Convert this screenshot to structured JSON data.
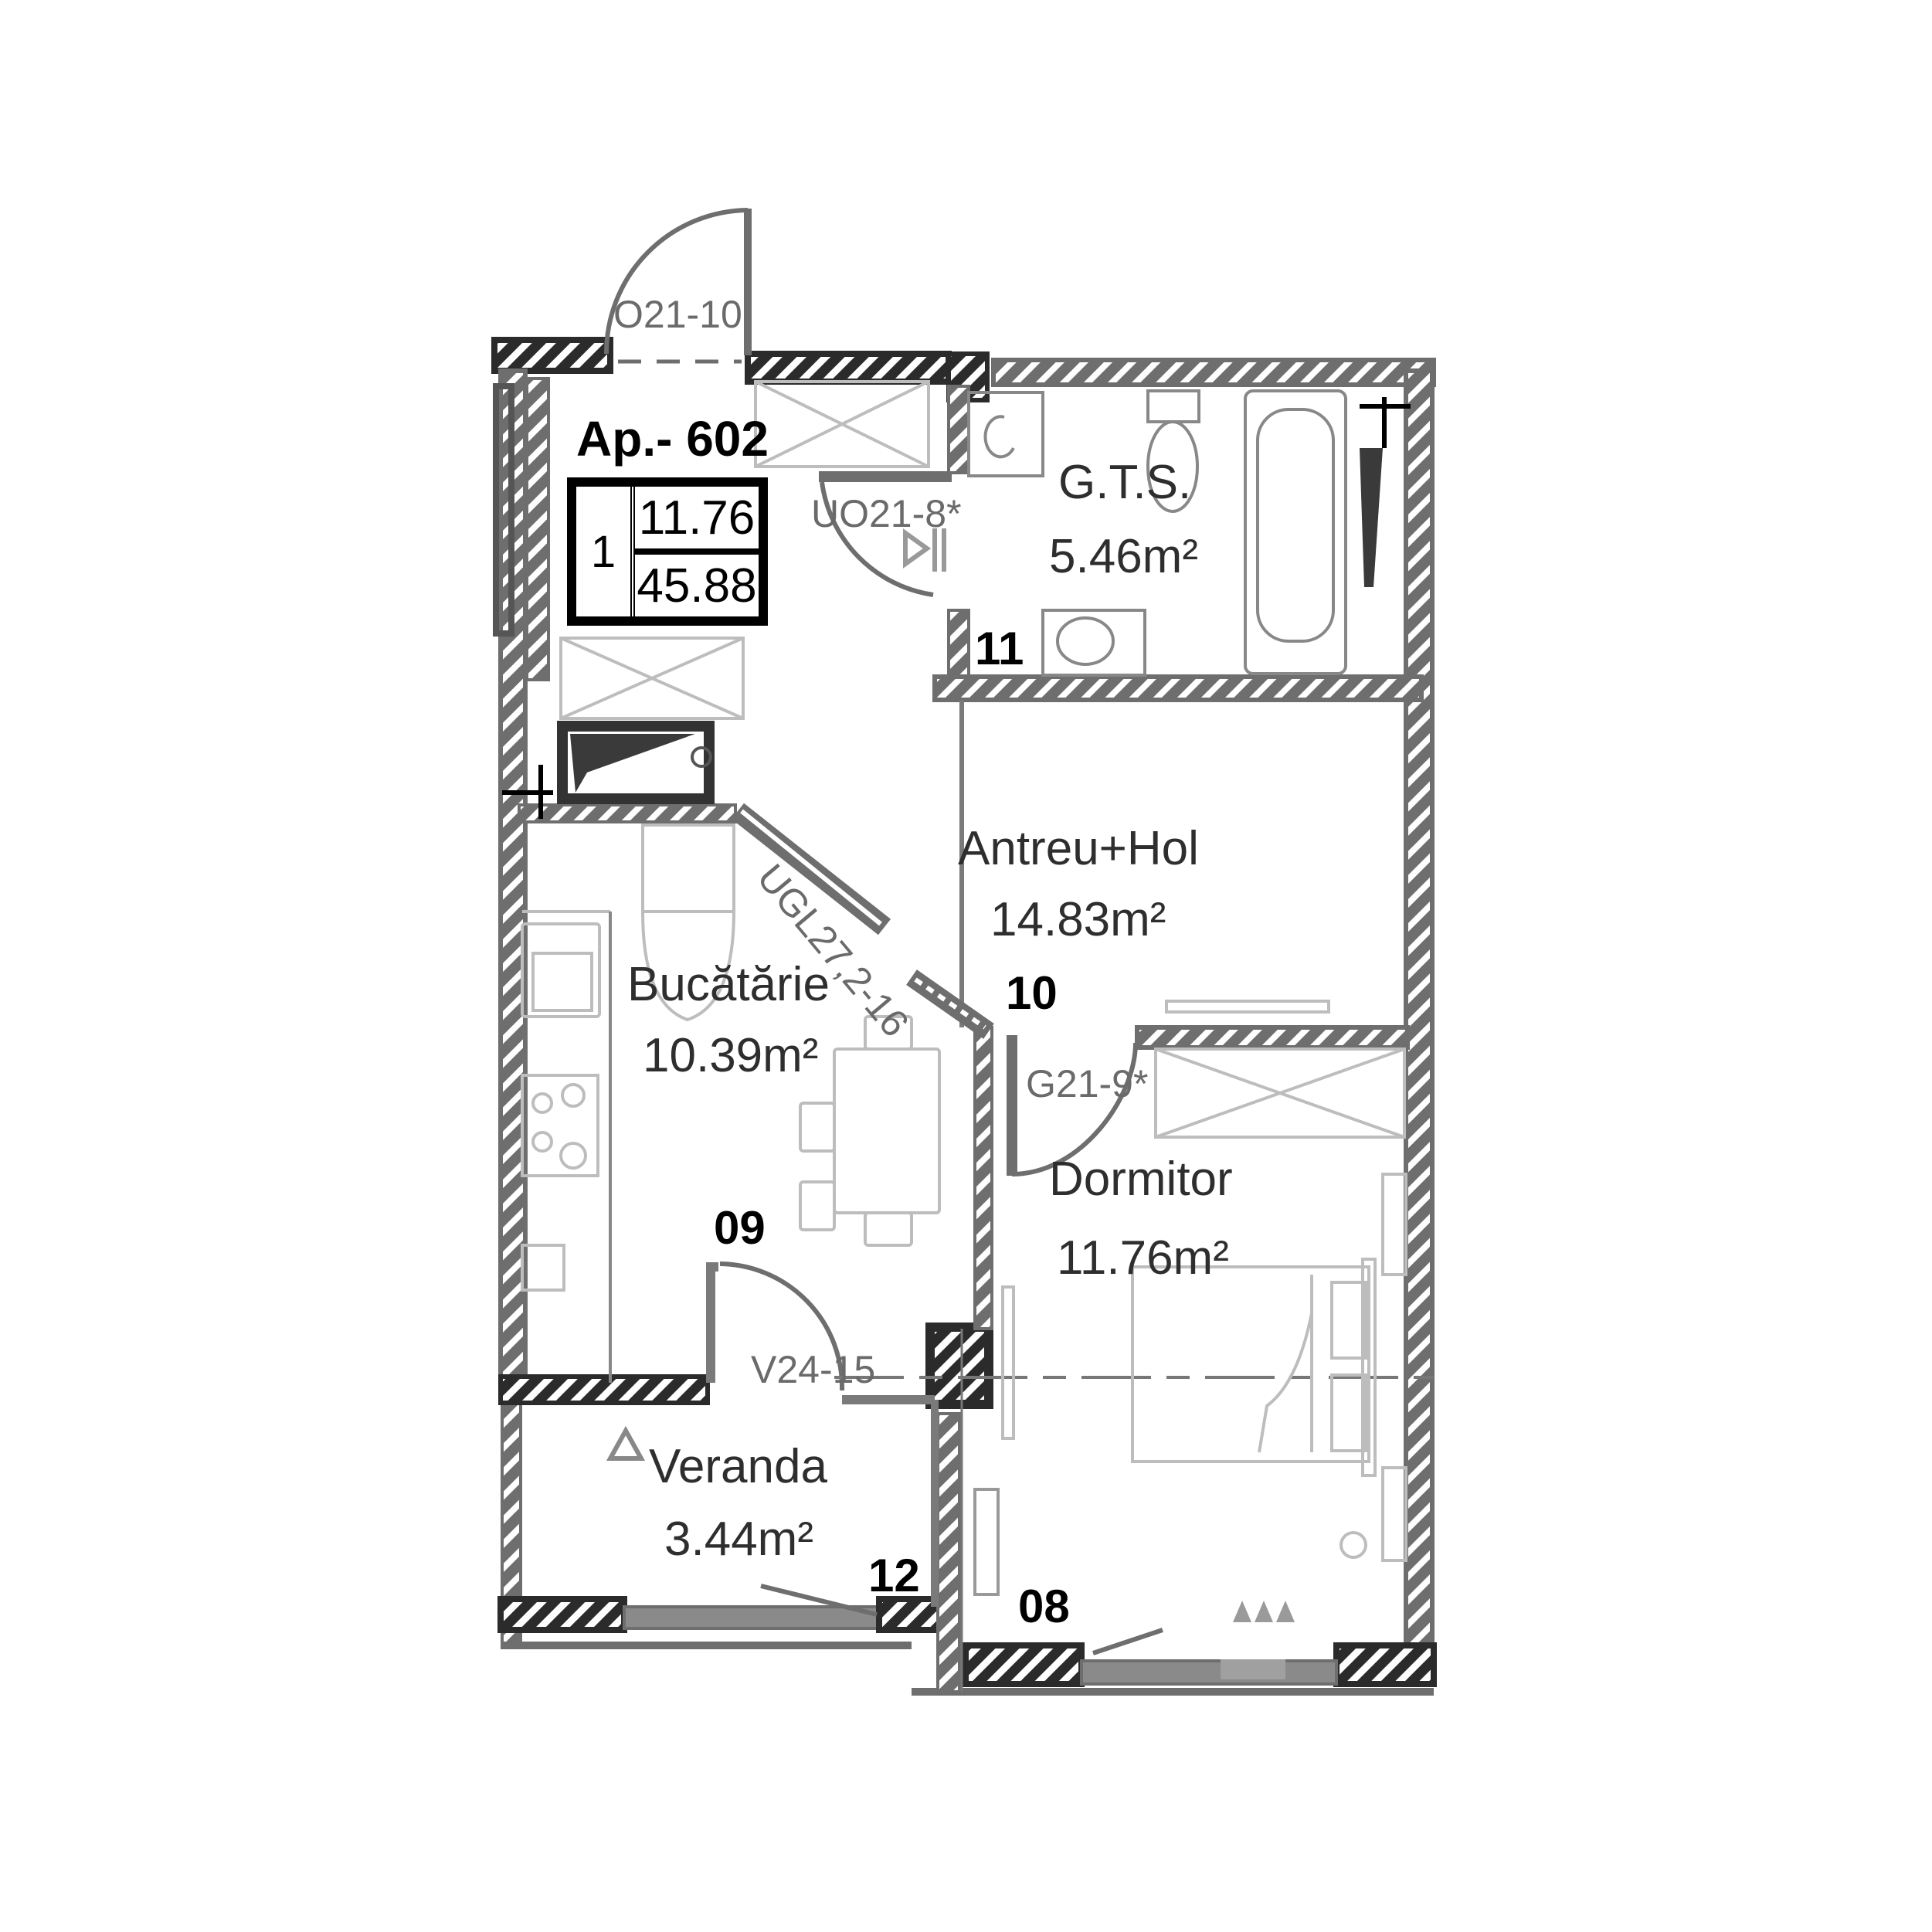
{
  "apartment": {
    "title": "Ap.- 602",
    "room_count": "1",
    "living_area": "11.76",
    "total_area": "45.88"
  },
  "rooms": [
    {
      "id": "08",
      "name": "Dormitor",
      "area": "11.76m²"
    },
    {
      "id": "09",
      "name": "Bucătărie",
      "area": "10.39m²"
    },
    {
      "id": "10",
      "name": "Antreu+Hol",
      "area": "14.83m²"
    },
    {
      "id": "11",
      "name": "G.T.S.",
      "area": "5.46m²"
    },
    {
      "id": "12",
      "name": "Veranda",
      "area": "3.44m²"
    }
  ],
  "door_tags": {
    "entrance": "O21-10",
    "bathroom": "UO21-8*",
    "kitchen_glass": "UGL27,2-16",
    "bedroom": "G21-9*",
    "veranda": "V24-15"
  },
  "colors": {
    "wall": "#6e6e6e",
    "wall_dark": "#2b2b2b",
    "furniture": "#bdbdbd",
    "text": "#2e2e2e",
    "background": "#ffffff"
  }
}
